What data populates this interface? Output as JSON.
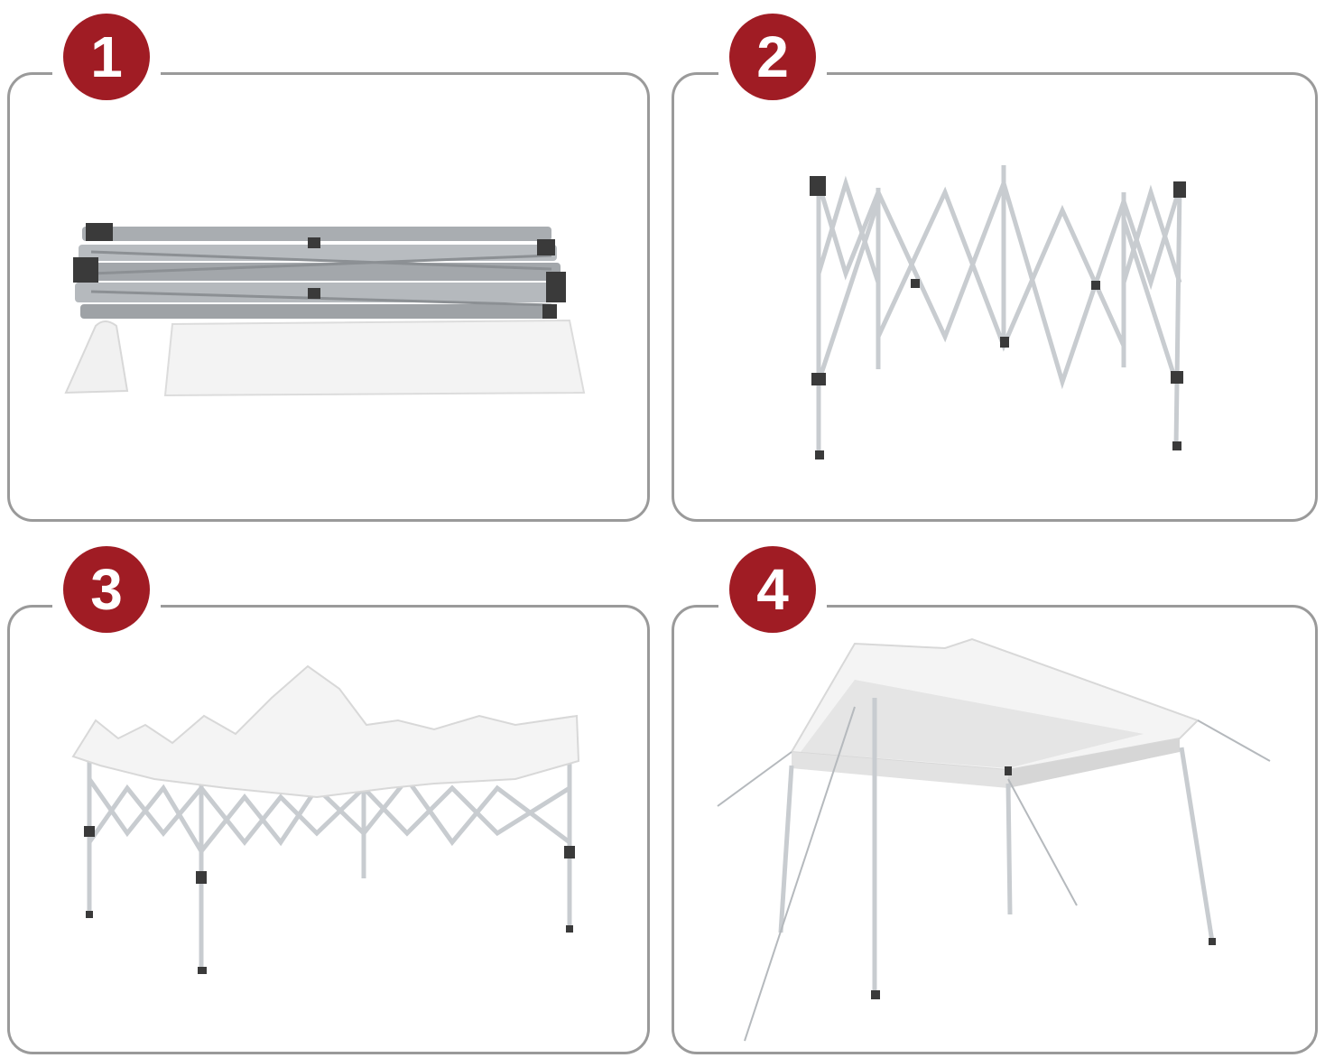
{
  "colors": {
    "badge": "#a01c24",
    "border": "#9a9a9a",
    "frame": "#c8ccd0",
    "joint": "#3a3a3a",
    "canopy": "#f4f4f4"
  },
  "steps": [
    {
      "number": "1"
    },
    {
      "number": "2"
    },
    {
      "number": "3"
    },
    {
      "number": "4"
    }
  ]
}
